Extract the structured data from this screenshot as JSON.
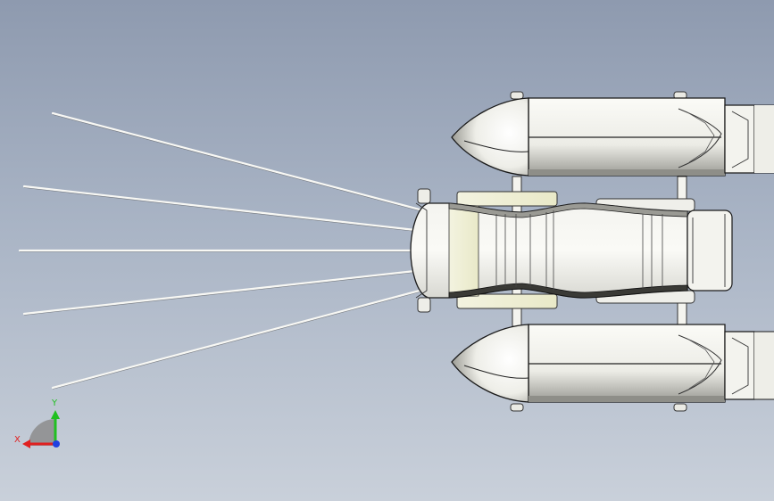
{
  "triad": {
    "x_label": "X",
    "y_label": "Y",
    "x_color": "#e02020",
    "y_color": "#20c020",
    "z_color": "#2040e0"
  },
  "colors": {
    "background_top": "#8e9aaf",
    "background_bottom": "#c9d0da",
    "body_fill": "#f2f2ec",
    "outline": "#1a1a1a",
    "shading": "#8a8a86",
    "cream": "#eeeed0"
  },
  "icons": {
    "triad": "coordinate-triad-icon",
    "model": "rocket-assembly-model"
  }
}
